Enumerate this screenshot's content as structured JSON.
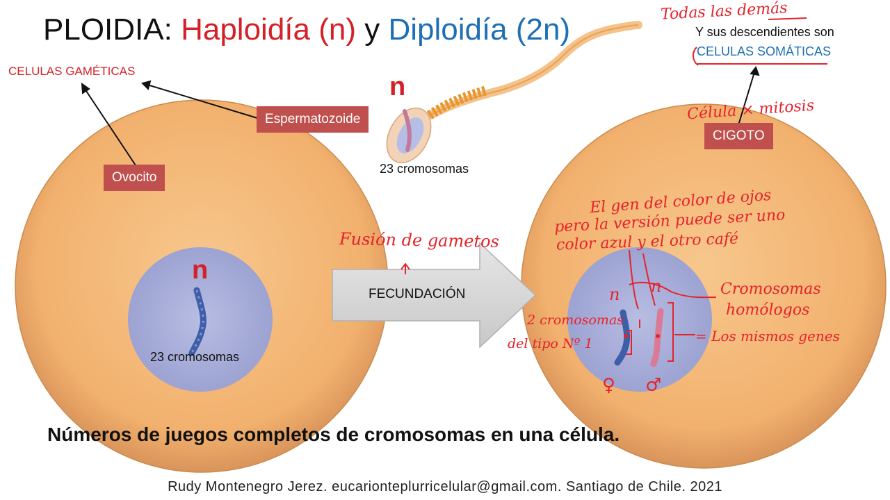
{
  "title": {
    "part1": "PLOIDIA: ",
    "part2": "Haploidía (n)",
    "part3": " y ",
    "part4": "Diploidía (2n)"
  },
  "labels": {
    "gameticas": "CELULAS GAMÉTICAS",
    "espermatozoide": "Espermatozoide",
    "ovocito": "Ovocito",
    "cigoto": "CIGOTO",
    "fecundacion": "FECUNDACIÓN",
    "sperm_n": "n",
    "sperm_chromosomes": "23 cromosomas",
    "ovum_n": "n",
    "ovum_chromosomes": "23 cromosomas",
    "somatic_line1": "Y sus descendientes son",
    "somatic_line2": "CELULAS SOMÁTICAS"
  },
  "bottom_text": "Números de juegos completos de cromosomas en una célula.",
  "footer": "Rudy Montenegro Jerez. eucarionteplurricelular@gmail.com. Santiago de Chile. 2021",
  "handwriting": {
    "todas": "Todas las demás",
    "celula_mitosis": "Célula × mitosis",
    "fusion": "Fusión de gametos",
    "gen_line1": "El gen del color de ojos",
    "gen_line2": "pero la versión puede ser uno",
    "gen_line3": "color azul y el otro café",
    "n_left": "n",
    "n_right": "n",
    "homologos_1": "Cromosomas",
    "homologos_2": "homólogos",
    "mismos_genes": "= Los mismos genes",
    "dos_cromosomas": "2 cromosomas",
    "tipo": "del tipo Nº 1",
    "female": "♀",
    "male": "♂"
  },
  "colors": {
    "cell_fill": "#f3b775",
    "nucleus_fill": "#aeb4dd",
    "tag_bg": "#c0504d",
    "annotation_red": "#e5232b",
    "blue": "#1f6fb4",
    "arrow_gray": "#d8d8d8"
  }
}
